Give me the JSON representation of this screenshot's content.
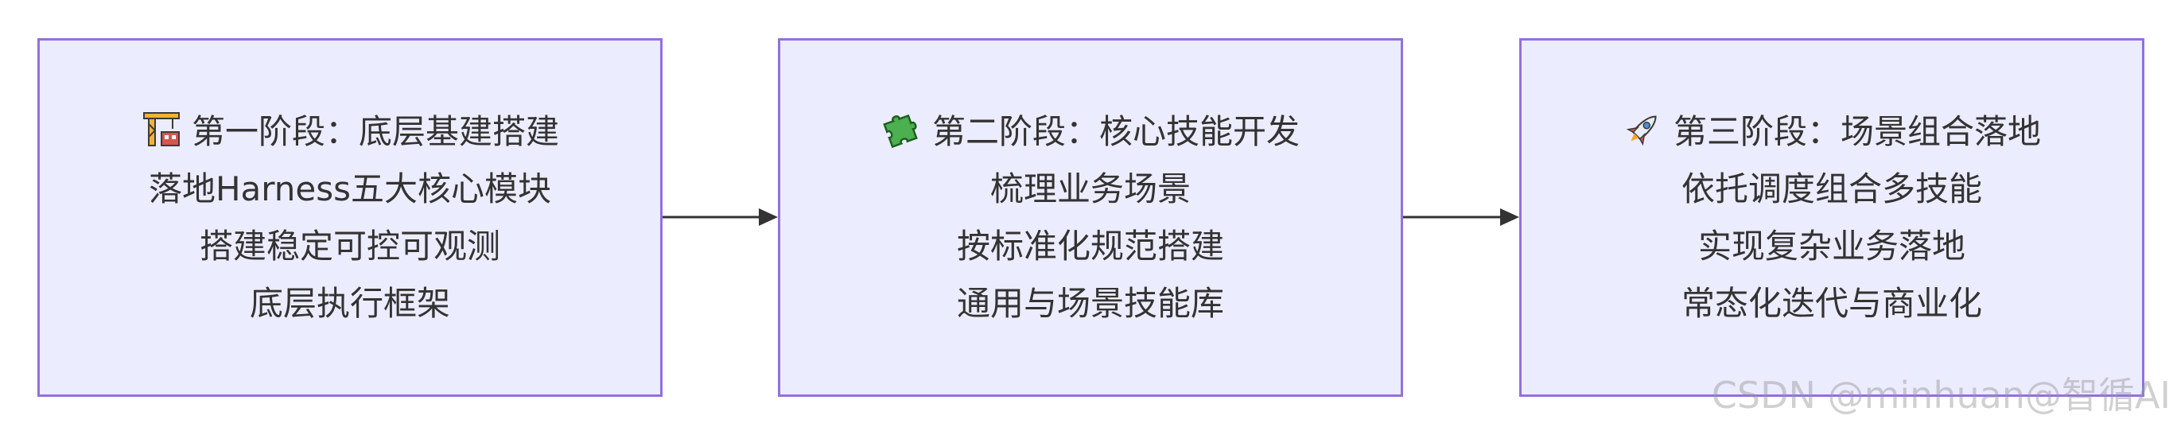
{
  "diagram": {
    "nodes": [
      {
        "icon": "construction-crane-icon",
        "title": "第一阶段：底层基建搭建",
        "lines": [
          "落地Harness五大核心模块",
          "搭建稳定可控可观测",
          "底层执行框架"
        ]
      },
      {
        "icon": "puzzle-piece-icon",
        "title": "第二阶段：核心技能开发",
        "lines": [
          "梳理业务场景",
          "按标准化规范搭建",
          "通用与场景技能库"
        ]
      },
      {
        "icon": "rocket-icon",
        "title": "第三阶段：场景组合落地",
        "lines": [
          "依托调度组合多技能",
          "实现复杂业务落地",
          "常态化迭代与商业化"
        ]
      }
    ],
    "colors": {
      "node_fill": "#ececff",
      "node_border": "#9370db",
      "edge": "#333333",
      "text": "#333333"
    }
  },
  "watermark": "CSDN @minhuan@智循AI"
}
